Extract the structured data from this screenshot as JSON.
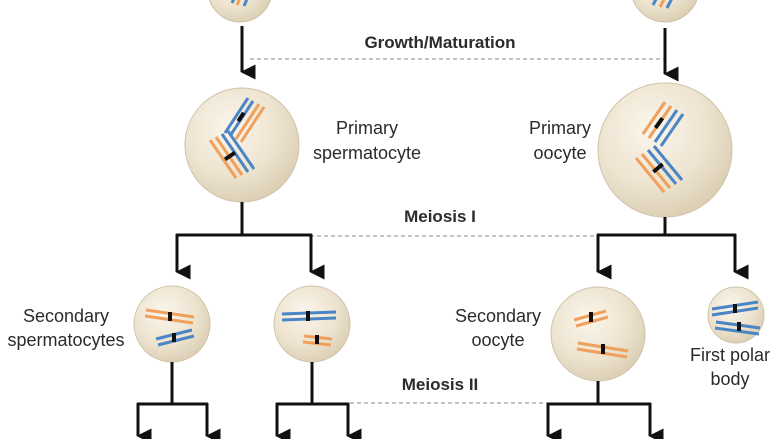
{
  "stages": {
    "growth": "Growth/Maturation",
    "meiosis1": "Meiosis I",
    "meiosis2": "Meiosis II"
  },
  "cells": {
    "primary_spermatocyte": [
      "Primary",
      "spermatocyte"
    ],
    "primary_oocyte": [
      "Primary",
      "oocyte"
    ],
    "secondary_spermatocytes": [
      "Secondary",
      "spermatocytes"
    ],
    "secondary_oocyte": [
      "Secondary",
      "oocyte"
    ],
    "first_polar_body": [
      "First polar",
      "body"
    ]
  },
  "colors": {
    "cell_fill": "#ede3cf",
    "cell_stroke": "#cfc3aa",
    "chromatid_orange": "#f0a05a",
    "chromatid_blue": "#4a86c6",
    "arrow": "#111111",
    "dashed_line": "#a0a0a0",
    "text": "#2b2b2b"
  }
}
